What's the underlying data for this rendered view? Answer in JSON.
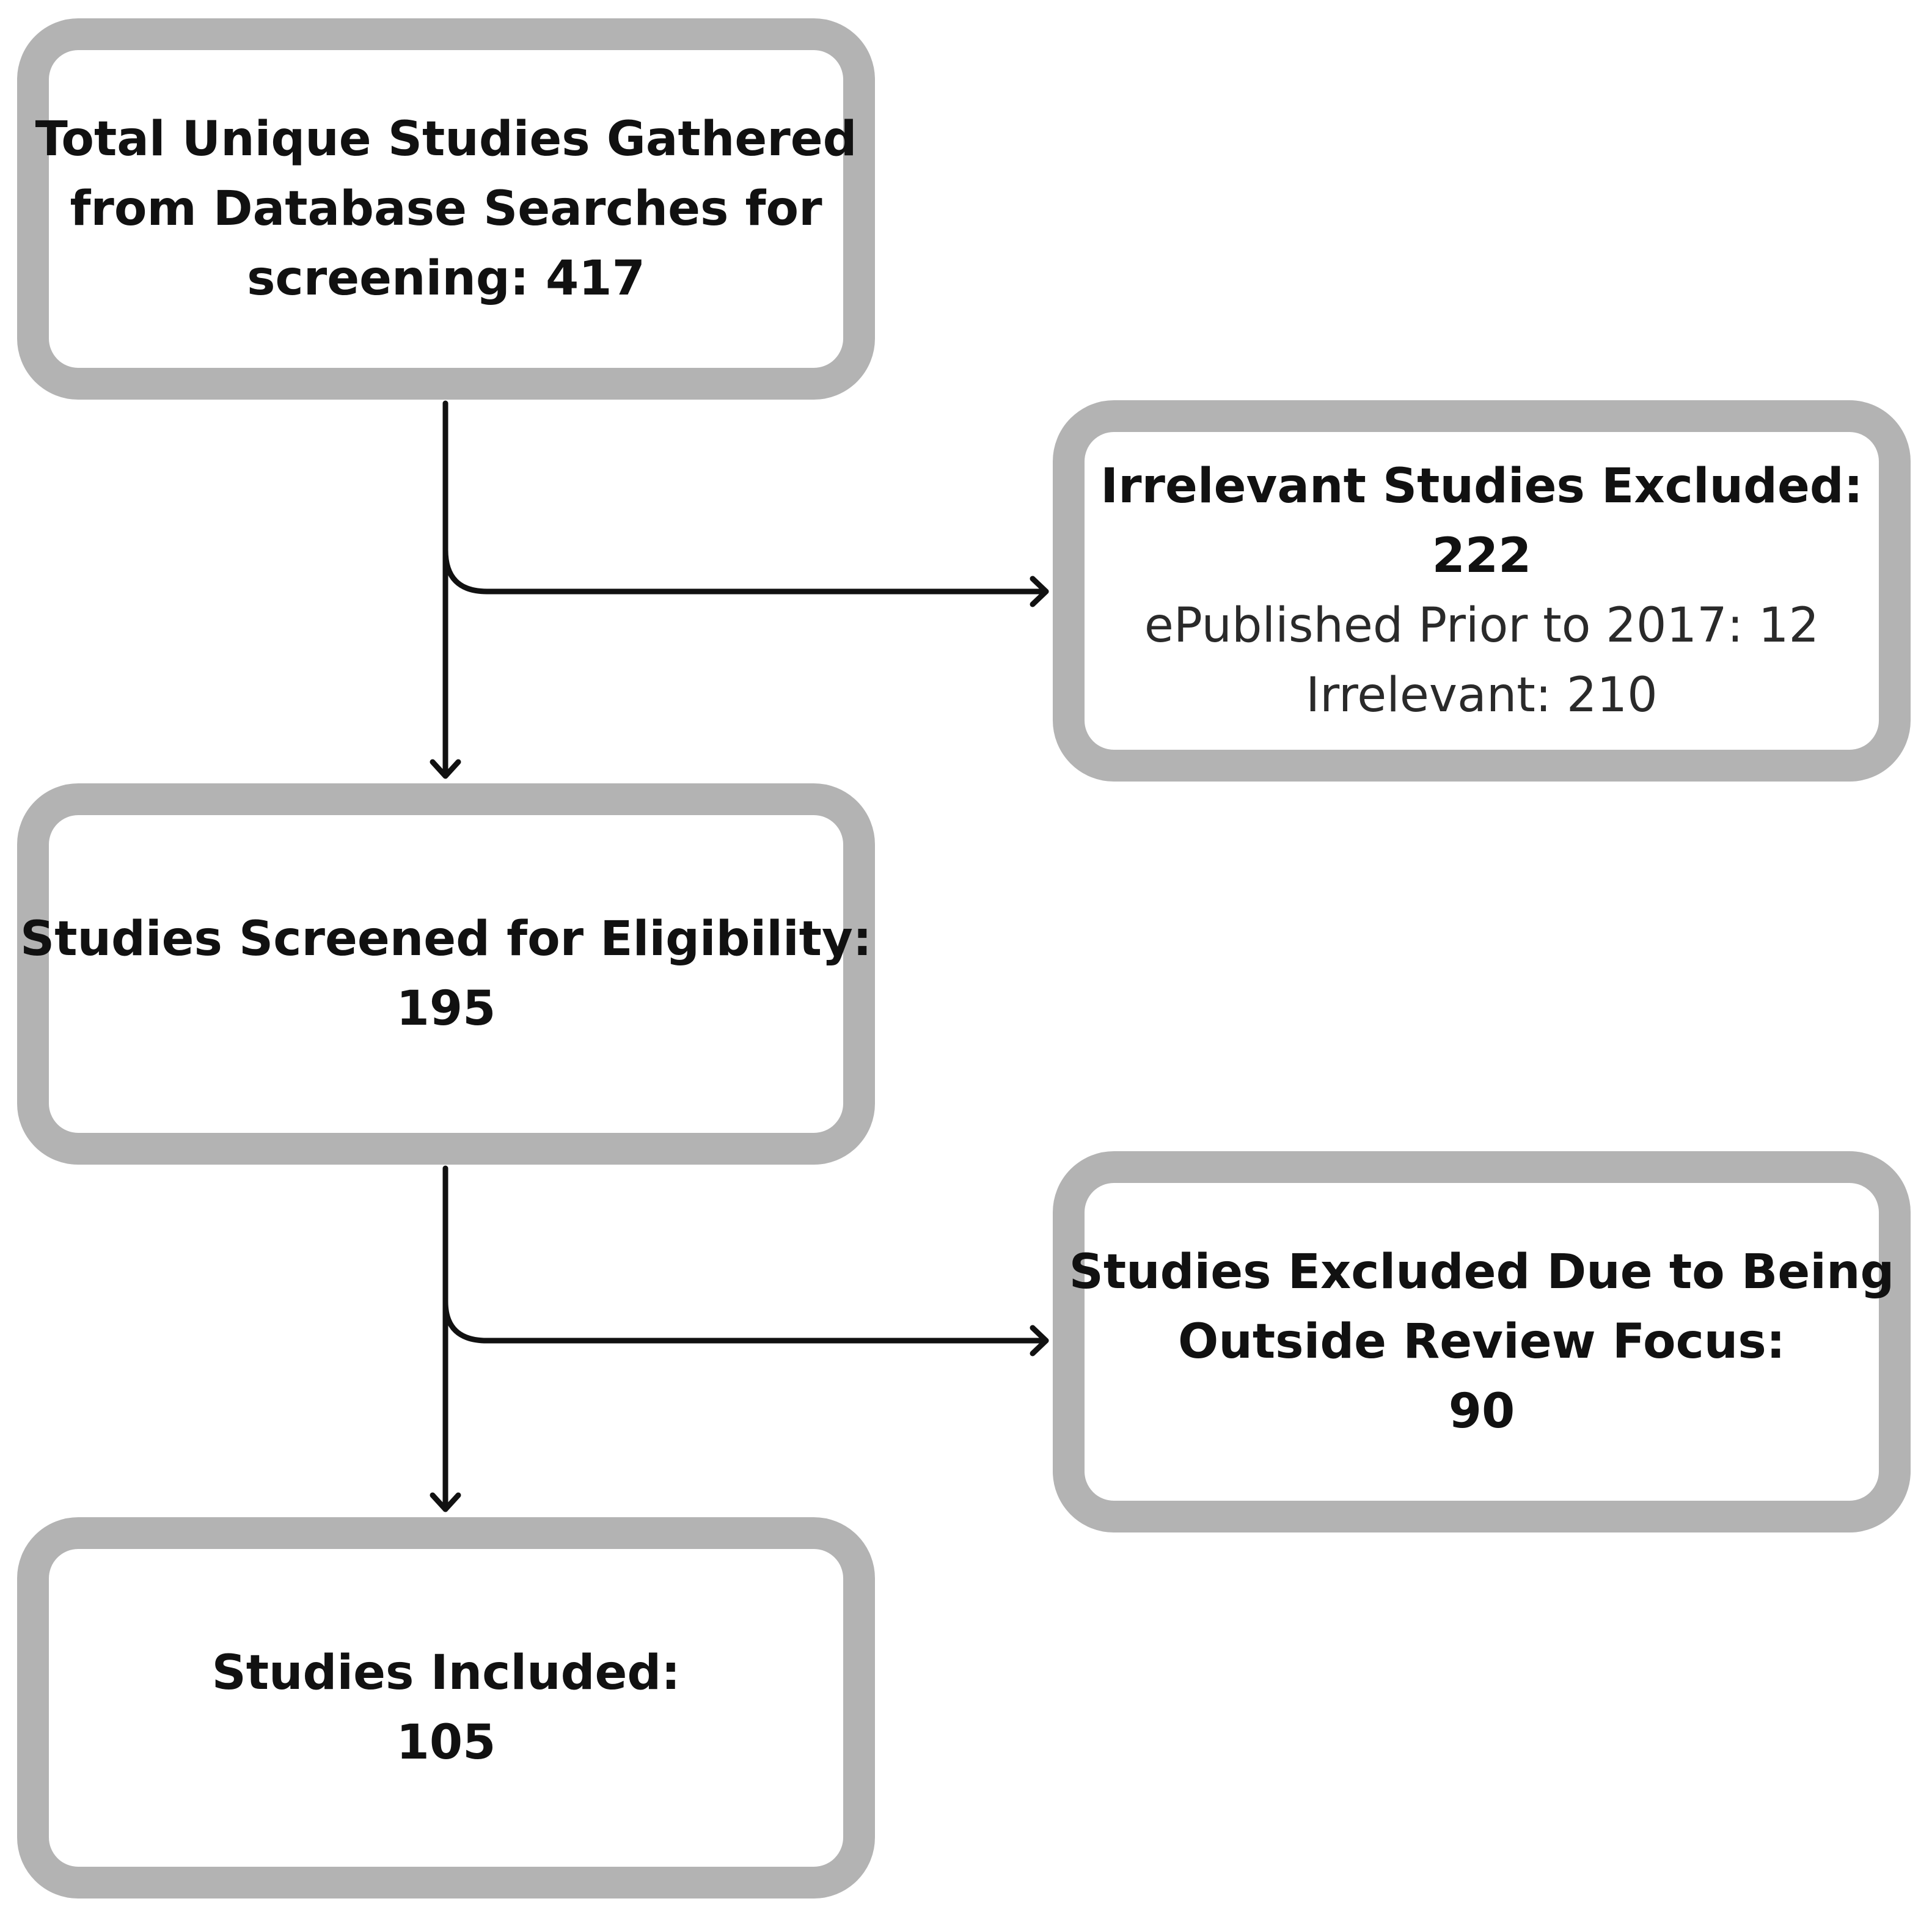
{
  "nodes": {
    "total": {
      "lines": [
        "Total Unique Studies Gathered",
        "from Database Searches for",
        "screening: 417"
      ]
    },
    "irrelevant": {
      "title_lines": [
        "Irrelevant Studies Excluded:",
        "222"
      ],
      "detail_lines": [
        "ePublished Prior to 2017: 12",
        "Irrelevant: 210"
      ]
    },
    "screened": {
      "lines": [
        "Studies Screened for Eligibility:",
        "195"
      ]
    },
    "outside": {
      "lines": [
        "Studies Excluded Due to Being",
        "Outside Review Focus:",
        "90"
      ]
    },
    "included": {
      "lines": [
        "Studies Included:",
        "105"
      ]
    }
  },
  "edges": [
    {
      "from": "total",
      "to": "screened"
    },
    {
      "from": "total",
      "to": "irrelevant"
    },
    {
      "from": "screened",
      "to": "included"
    },
    {
      "from": "screened",
      "to": "outside"
    }
  ],
  "colors": {
    "box_border": "#b3b3b3",
    "box_fill": "#ffffff",
    "arrow": "#111111",
    "text": "#111111"
  }
}
